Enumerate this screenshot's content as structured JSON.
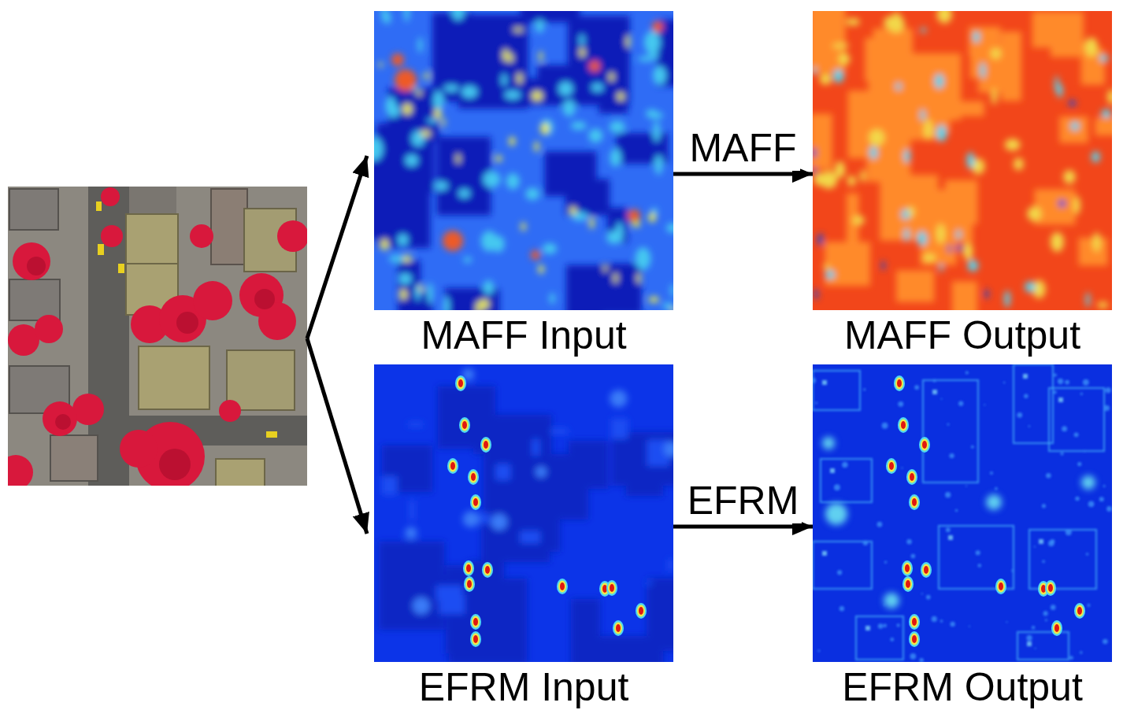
{
  "diagram": {
    "nodes": [
      {
        "text": [
          "MAFF Input"
        ]
      },
      {
        "text": [
          "MAFF Output"
        ]
      },
      {
        "text": [
          "EFRM Input"
        ]
      },
      {
        "text": [
          "EFRM Output"
        ]
      }
    ],
    "edges": [
      {
        "from": 0,
        "to": 1,
        "arrow": "to",
        "label": "MAFF"
      },
      {
        "from": 2,
        "to": 3,
        "arrow": "to",
        "label": "EFRM"
      }
    ]
  }
}
